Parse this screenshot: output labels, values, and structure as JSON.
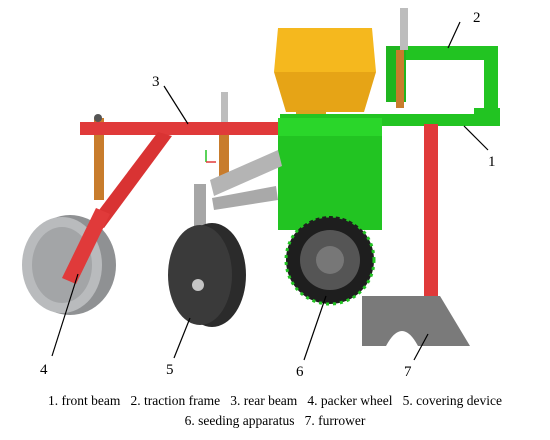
{
  "callouts": [
    {
      "n": "1",
      "part": "front-beam"
    },
    {
      "n": "2",
      "part": "traction-frame"
    },
    {
      "n": "3",
      "part": "rear-beam"
    },
    {
      "n": "4",
      "part": "packer-wheel"
    },
    {
      "n": "5",
      "part": "covering-device"
    },
    {
      "n": "6",
      "part": "seeding-apparatus"
    },
    {
      "n": "7",
      "part": "furrower"
    }
  ],
  "caption": {
    "line1": "1. front beam   2. traction frame   3. rear beam   4. packer wheel   5. covering device",
    "line2": "6. seeding apparatus   7. furrower"
  },
  "colors": {
    "beam_red": "#e03a3a",
    "frame_green": "#22c422",
    "hopper_yellow": "#f2b21c",
    "wheel_gray": "#a9abad",
    "spring_brown": "#c87c2c",
    "dark": "#2a2a2a"
  }
}
